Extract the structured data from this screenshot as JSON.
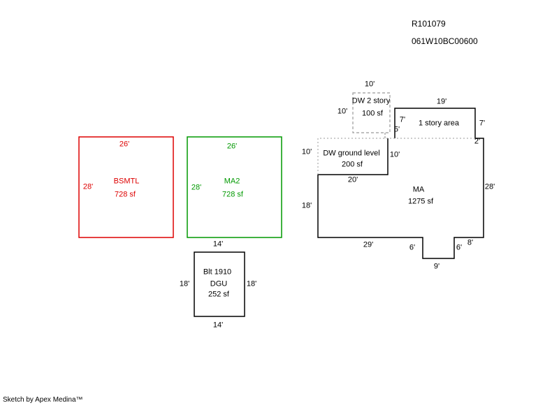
{
  "header": {
    "account_number": "R101079",
    "map_taxlot": "061W10BC00600"
  },
  "footer": {
    "credit": "Sketch by Apex Medina™"
  },
  "colors": {
    "bsmtl": "#dd0000",
    "ma2": "#009900",
    "outline": "#000000",
    "dashed": "#999999"
  },
  "shapes": {
    "bsmtl": {
      "name": "BSMTL",
      "area": "728 sf",
      "dim_top": "26'",
      "dim_left": "28'"
    },
    "ma2": {
      "name": "MA2",
      "area": "728 sf",
      "dim_top": "26'",
      "dim_left": "28'"
    },
    "dgu": {
      "built": "Blt 1910",
      "name": "DGU",
      "area": "252 sf",
      "dim_top": "14'",
      "dim_left": "18'",
      "dim_right": "18'",
      "dim_bottom": "14'"
    },
    "ma": {
      "name": "MA",
      "area": "1275 sf",
      "dim_right": "28'",
      "dim_left": "18'",
      "dim_bottom": "29'",
      "dim_bottom_right": "8'",
      "notch_left": "6'",
      "notch_right": "6'",
      "notch_bottom": "9'"
    },
    "one_story": {
      "name": "1 story area",
      "dim_top": "19'",
      "dim_left": "7'",
      "dim_right": "7'",
      "dim_offset": "5'",
      "dim_step": "2'"
    },
    "dw2": {
      "name": "DW 2 story",
      "area": "100 sf",
      "dim_top": "10'",
      "dim_left": "10'"
    },
    "dwg": {
      "name": "DW ground level",
      "area": "200 sf",
      "dim_left": "10'",
      "dim_right": "10'",
      "dim_bottom": "20'"
    }
  }
}
